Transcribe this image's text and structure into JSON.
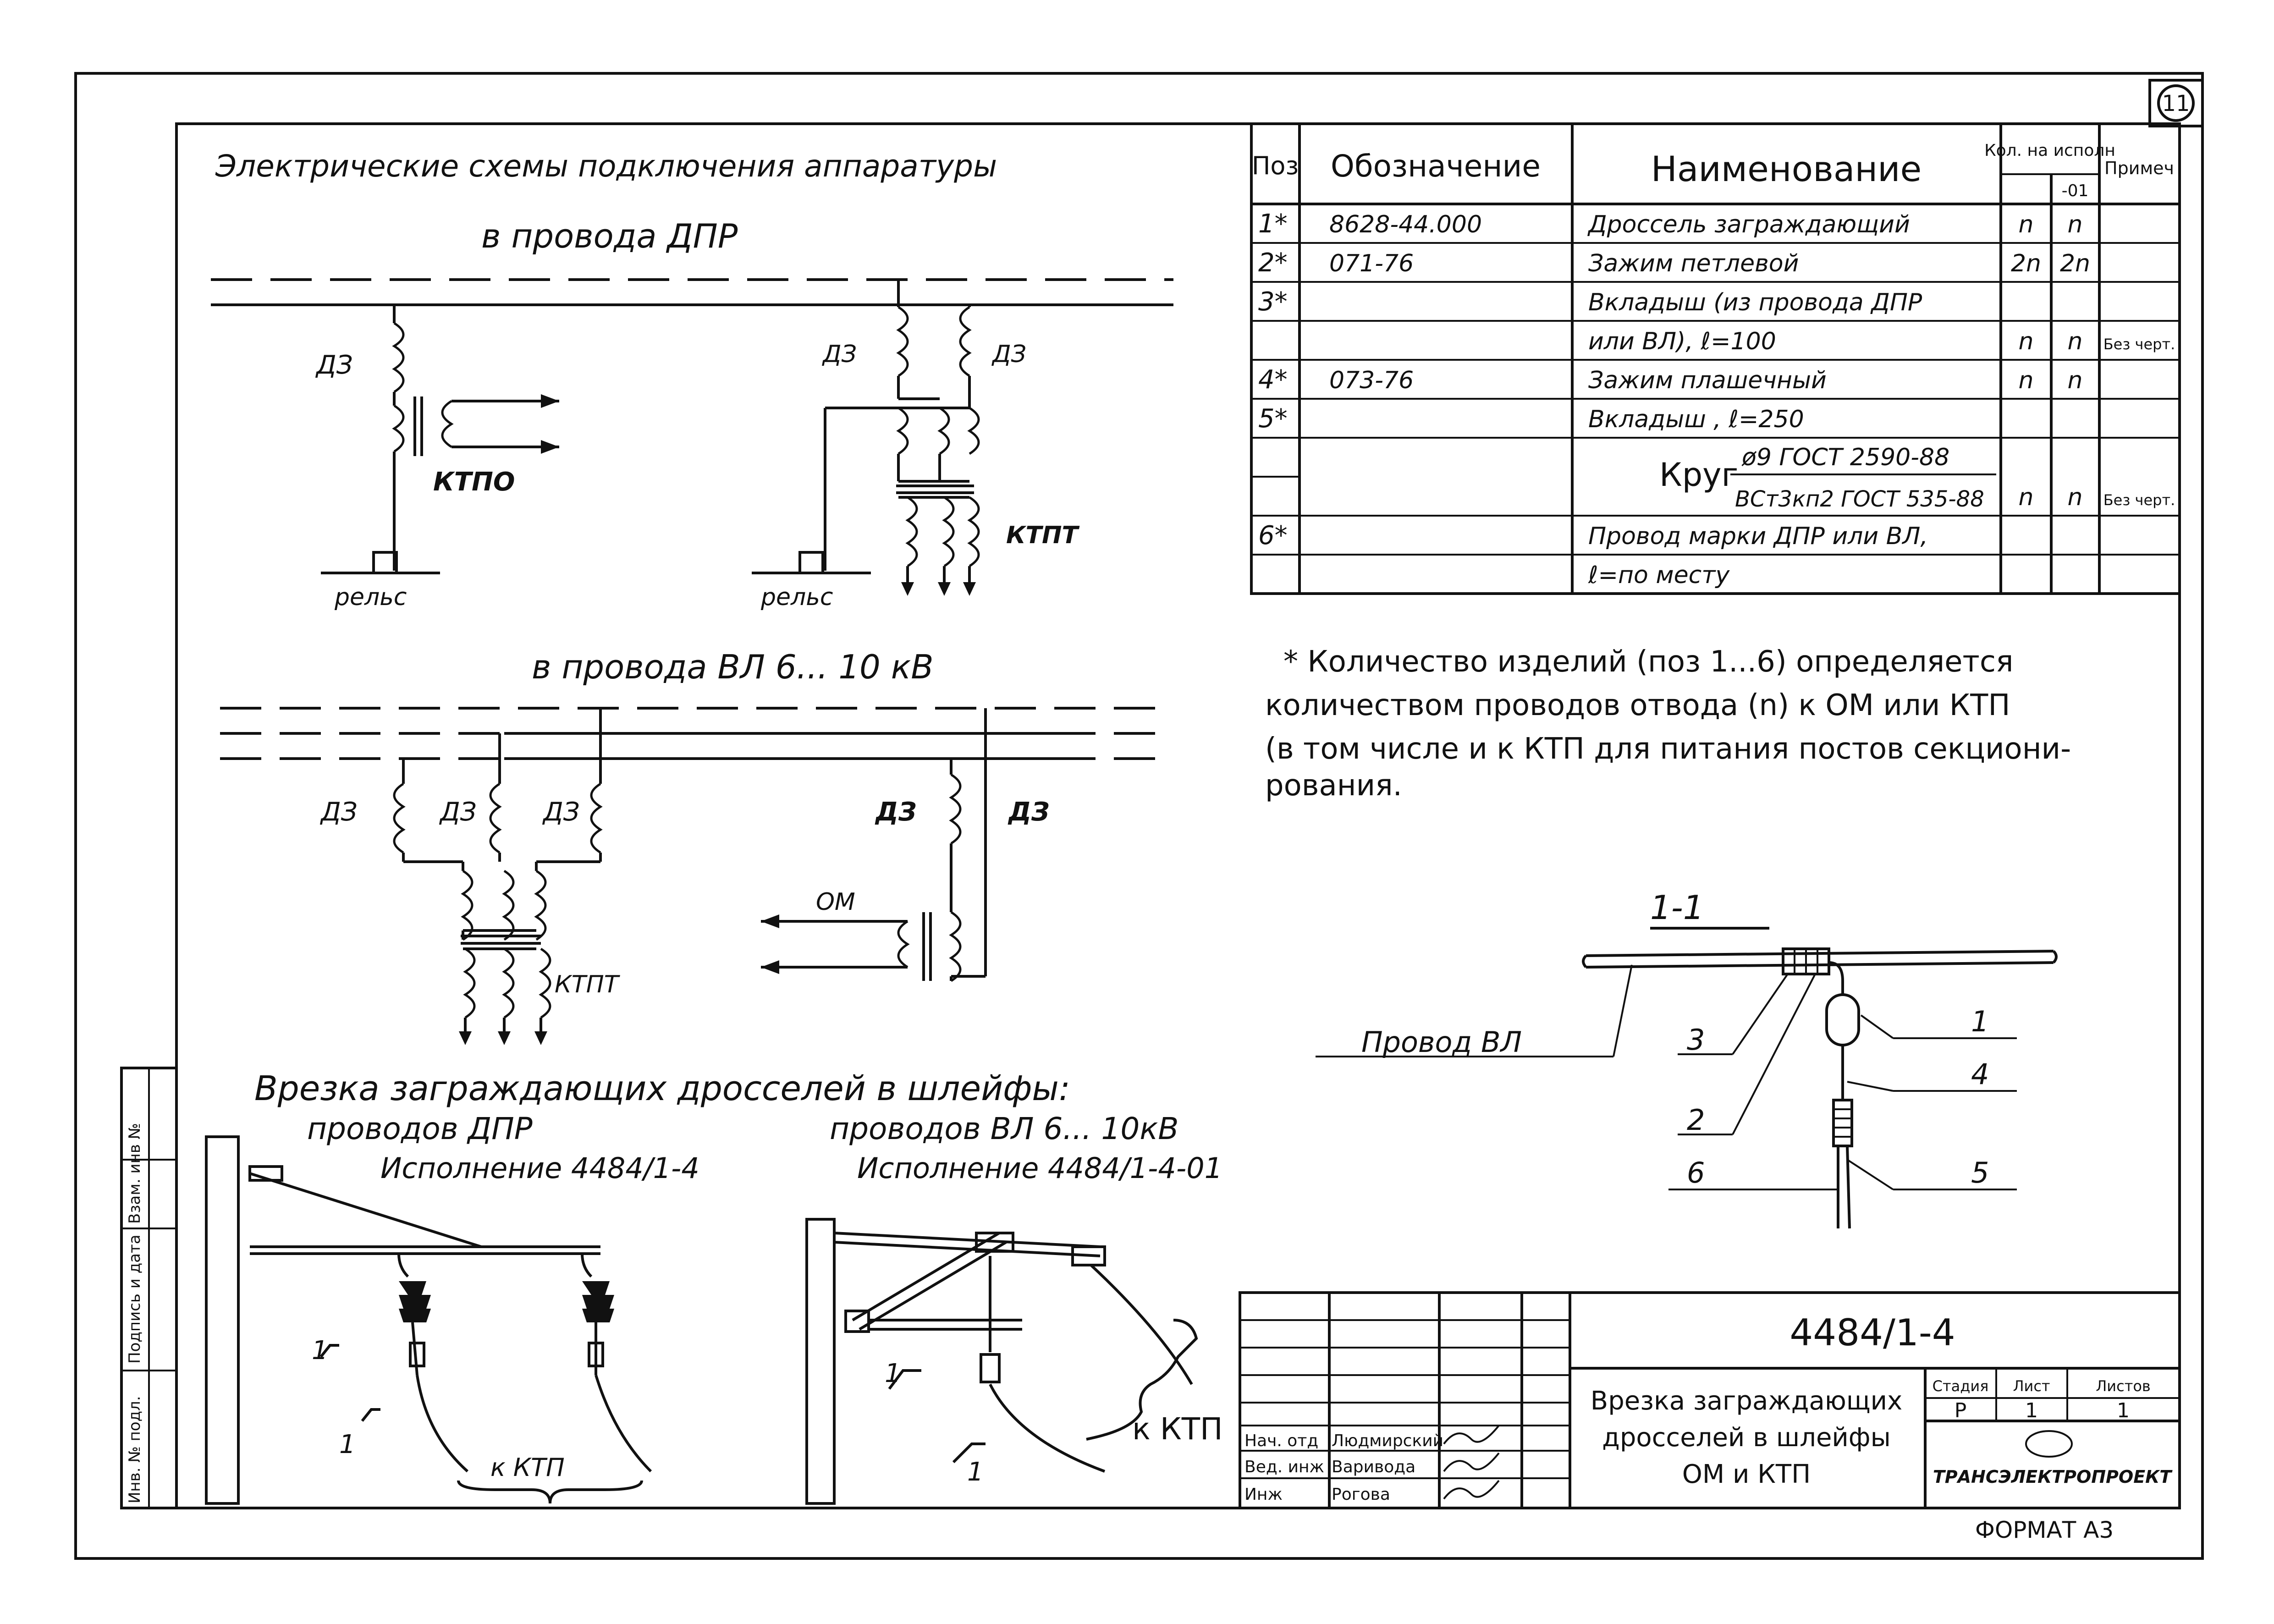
{
  "sheet_number": "11",
  "format_label": "ФОРМАТ А3",
  "diagram": {
    "title": "Электрические схемы подключения аппаратуры",
    "dpr": {
      "subtitle": "в провода ДПР",
      "choke_label": "ДЗ",
      "ktpo_label": "КТПО",
      "ktpt_label": "КТПТ",
      "rail_label": "рельс"
    },
    "vl": {
      "subtitle": "в провода ВЛ 6... 10 кВ",
      "choke_label": "ДЗ",
      "ktpt_label": "КТПТ",
      "om_label": "ОМ"
    }
  },
  "bottom": {
    "title": "Врезка заграждающих дросселей в шлейфы:",
    "dpr_sub": "проводов ДПР",
    "dpr_exec": "Исполнение 4484/1-4",
    "vl_sub": "проводов ВЛ 6... 10кВ",
    "vl_exec": "Исполнение 4484/1-4-01",
    "to_ktp": "к КТП",
    "to_ktp_big": "к КТП",
    "section_mark": "1"
  },
  "spec_table": {
    "headers": {
      "pos": "Поз",
      "designation": "Обозначение",
      "name": "Наименование",
      "qty": "Кол. на исполн",
      "qty_sub": "-01",
      "note": "Примеч"
    },
    "rows": [
      {
        "pos": "1*",
        "designation": "8628-44.000",
        "name": "Дроссель заграждающий",
        "q1": "n",
        "q2": "n",
        "note": ""
      },
      {
        "pos": "2*",
        "designation": "071-76",
        "name": "Зажим петлевой",
        "q1": "2n",
        "q2": "2n",
        "note": ""
      },
      {
        "pos": "3*",
        "designation": "",
        "name": "Вкладыш (из провода ДПР",
        "q1": "",
        "q2": "",
        "note": ""
      },
      {
        "pos": "",
        "designation": "",
        "name": "или ВЛ), ℓ=100",
        "q1": "n",
        "q2": "n",
        "note": "Без черт."
      },
      {
        "pos": "4*",
        "designation": "073-76",
        "name": "Зажим плашечный",
        "q1": "n",
        "q2": "n",
        "note": ""
      },
      {
        "pos": "5*",
        "designation": "",
        "name": "Вкладыш , ℓ=250",
        "q1": "",
        "q2": "",
        "note": ""
      },
      {
        "pos": "",
        "designation": "",
        "name": "",
        "q1": "",
        "q2": "",
        "note": ""
      },
      {
        "pos": "",
        "designation": "",
        "name": "",
        "q1": "n",
        "q2": "n",
        "note": "Без черт."
      },
      {
        "pos": "6*",
        "designation": "",
        "name": "Провод марки ДПР или ВЛ,",
        "q1": "",
        "q2": "",
        "note": ""
      },
      {
        "pos": "",
        "designation": "",
        "name": "ℓ=по месту",
        "q1": "",
        "q2": "",
        "note": ""
      }
    ],
    "krug": {
      "label": "Круг",
      "numerator": "ø9 ГОСТ 2590-88",
      "denominator": "ВСт3кп2 ГОСТ 535-88"
    }
  },
  "note": {
    "lines": [
      "* Количество изделий (поз 1...6) определяется",
      "количеством проводов отвода (n) к ОМ или КТП",
      "(в том числе и к КТП для питания постов секциони-",
      "рования."
    ]
  },
  "section": {
    "title": "1-1",
    "wire_label": "Провод ВЛ",
    "callouts": [
      "1",
      "2",
      "3",
      "4",
      "5",
      "6"
    ]
  },
  "title_block": {
    "doc_number": "4484/1-4",
    "title_lines": [
      "Врезка заграждающих",
      "дросселей в шлейфы",
      "ОМ и КТП"
    ],
    "stage_header": "Стадия",
    "sheet_header": "Лист",
    "sheets_header": "Листов",
    "stage": "Р",
    "sheet": "1",
    "sheets": "1",
    "company": "ТРАНСЭЛЕКТРОПРОЕКТ",
    "people": [
      {
        "role": "Нач. отд",
        "name": "Людмирский"
      },
      {
        "role": "Вед. инж",
        "name": "Варивода"
      },
      {
        "role": "Инж",
        "name": "Рогова"
      }
    ]
  },
  "side_stamp": [
    "Инв. № подл.",
    "Подпись и дата",
    "Взам. инв №"
  ]
}
